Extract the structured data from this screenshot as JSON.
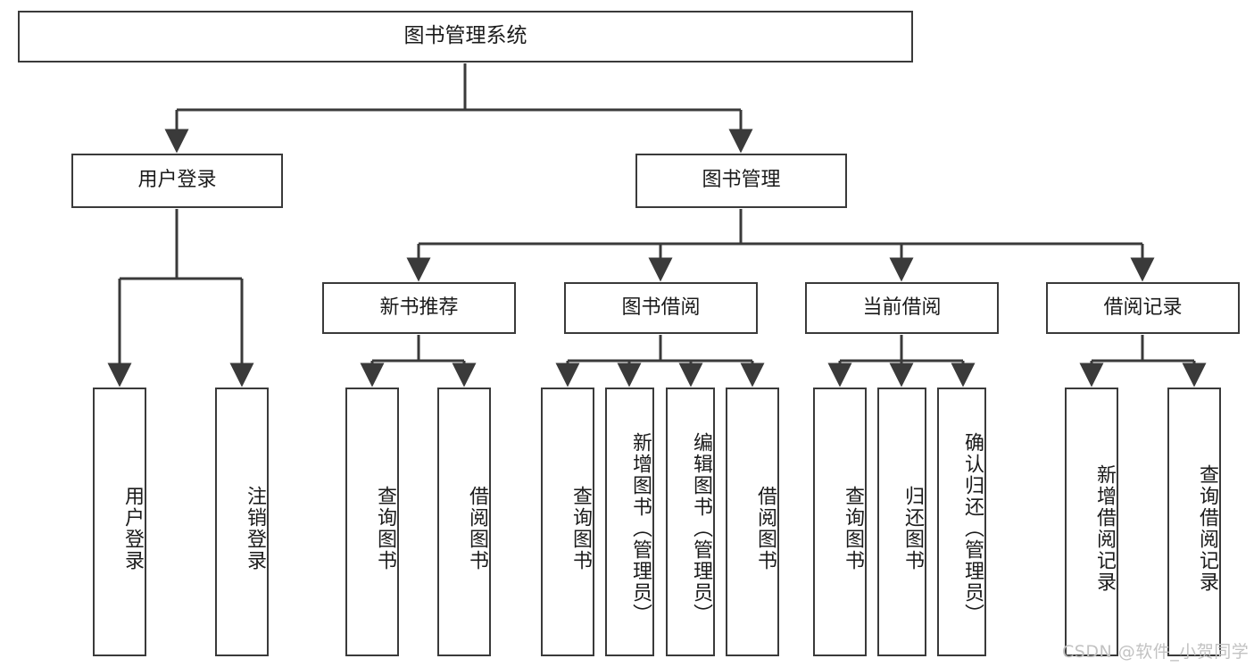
{
  "diagram": {
    "title": "图书管理系统",
    "root": {
      "label": "图书管理系统"
    },
    "level2": [
      {
        "label": "用户登录"
      },
      {
        "label": "图书管理"
      }
    ],
    "level3": [
      {
        "label": "新书推荐"
      },
      {
        "label": "图书借阅"
      },
      {
        "label": "当前借阅"
      },
      {
        "label": "借阅记录"
      }
    ],
    "leaves": {
      "user_login": [
        {
          "label": "用户登录"
        },
        {
          "label": "注销登录"
        }
      ],
      "new_book_recommend": [
        {
          "label": "查询图书"
        },
        {
          "label": "借阅图书"
        }
      ],
      "book_borrow": [
        {
          "label": "查询图书"
        },
        {
          "label": "新增图书（管理员）"
        },
        {
          "label": "编辑图书（管理员）"
        },
        {
          "label": "借阅图书"
        }
      ],
      "current_borrow": [
        {
          "label": "查询图书"
        },
        {
          "label": "归还图书"
        },
        {
          "label": "确认归还（管理员）"
        }
      ],
      "borrow_record": [
        {
          "label": "新增借阅记录"
        },
        {
          "label": "查询借阅记录"
        }
      ]
    }
  },
  "watermark": {
    "text": "CSDN @软件_小贺同学"
  },
  "colors": {
    "border": "#3a3a3a",
    "text": "#1b1b1b",
    "background": "#ffffff",
    "watermark": "#c2c2c2"
  }
}
